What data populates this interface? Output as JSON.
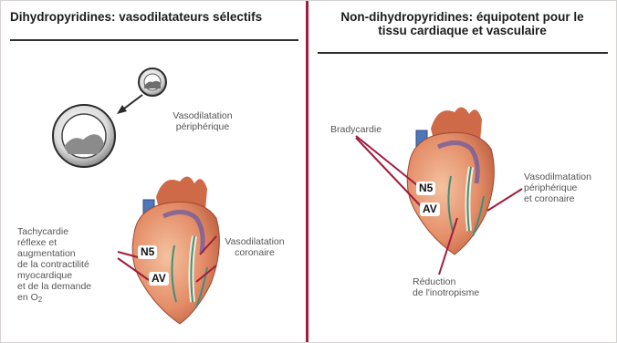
{
  "left_panel": {
    "title": "Dihydropyridines: vasodilatateurs sélectifs",
    "label_vasodilatation_peripherique": [
      "Vasodilatation",
      "périphérique"
    ],
    "label_vasodilatation_coronaire": [
      "Vasodilatation",
      "coronaire"
    ],
    "label_tachycardie": [
      "Tachycardie",
      "réflexe et",
      "augmentation",
      "de la contractilité",
      "myocardique",
      "et de la demande"
    ],
    "label_o2": "en O",
    "label_o2_sub": "2",
    "node_ns": "N5",
    "node_av": "AV"
  },
  "right_panel": {
    "title": [
      "Non-dihydropyridines: équipotent pour le",
      "tissu cardiaque et vasculaire"
    ],
    "label_bradycardie": "Bradycardie",
    "label_vasodilatation": [
      "Vasodilmatation",
      "périphérique",
      "et coronaire"
    ],
    "label_reduction": [
      "Réduction",
      "de l'inotropisme"
    ],
    "node_ns": "N5",
    "node_av": "AV"
  },
  "colors": {
    "divider": "#a01d3d",
    "pointer_line": "#a01d3d",
    "heart": "#e7906a",
    "vessel_blue": "#4f76b6"
  }
}
